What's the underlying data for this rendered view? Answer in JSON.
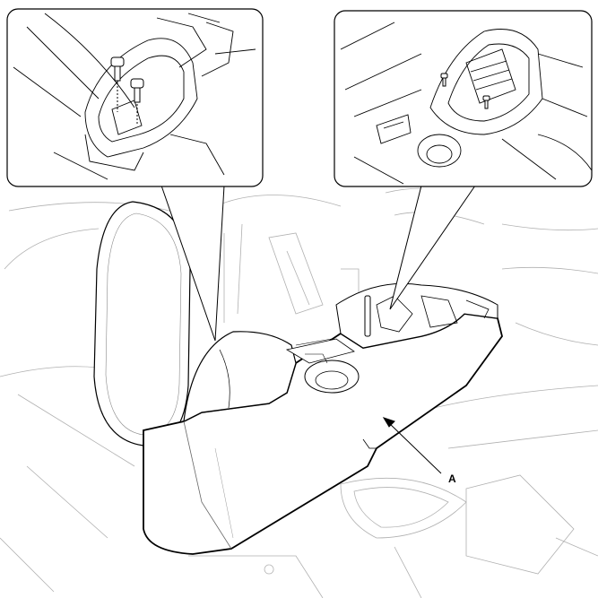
{
  "callouts": [
    {
      "letter": "A"
    }
  ],
  "insets": [
    {
      "id": "left-inset",
      "fasteners": "screws"
    },
    {
      "id": "right-inset",
      "fasteners": "screws"
    }
  ],
  "colors": {
    "line": "#000000",
    "light_line": "#9a9a9a",
    "background": "#ffffff"
  }
}
